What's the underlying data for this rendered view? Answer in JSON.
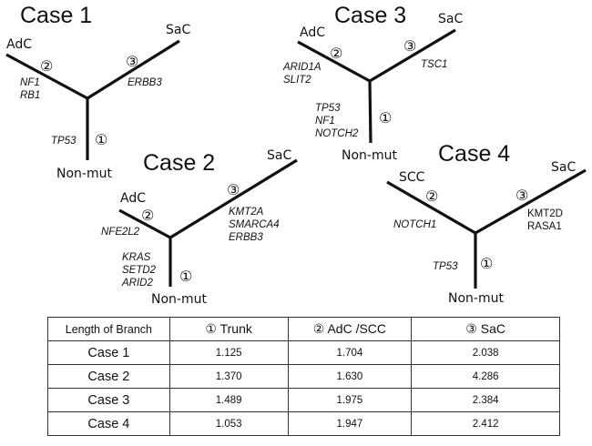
{
  "cases": [
    {
      "title": "Case 1",
      "leaves": {
        "left": "AdC",
        "right": "SaC",
        "bottom": "Non-mut"
      },
      "branch_markers": {
        "trunk": "①",
        "left": "②",
        "right": "③"
      },
      "genes": {
        "trunk": [
          "TP53"
        ],
        "left": [
          "NF1",
          "RB1"
        ],
        "right": [
          "ERBB3"
        ]
      }
    },
    {
      "title": "Case 2",
      "leaves": {
        "left": "AdC",
        "right": "SaC",
        "bottom": "Non-mut"
      },
      "branch_markers": {
        "trunk": "①",
        "left": "②",
        "right": "③"
      },
      "genes": {
        "trunk": [
          "KRAS",
          "SETD2",
          "ARID2"
        ],
        "left": [
          "NFE2L2"
        ],
        "right": [
          "KMT2A",
          "SMARCA4",
          "ERBB3"
        ]
      }
    },
    {
      "title": "Case 3",
      "leaves": {
        "left": "AdC",
        "right": "SaC",
        "bottom": "Non-mut"
      },
      "branch_markers": {
        "trunk": "①",
        "left": "②",
        "right": "③"
      },
      "genes": {
        "trunk": [
          "TP53",
          "NF1",
          "NOTCH2"
        ],
        "left": [
          "ARID1A",
          "SLIT2"
        ],
        "right": [
          "TSC1"
        ]
      }
    },
    {
      "title": "Case 4",
      "leaves": {
        "left": "SCC",
        "right": "SaC",
        "bottom": "Non-mut"
      },
      "branch_markers": {
        "trunk": "①",
        "left": "②",
        "right": "③"
      },
      "genes": {
        "trunk": [
          "TP53"
        ],
        "left": [
          "NOTCH1"
        ],
        "right": [
          "KMT2D",
          "RASA1"
        ]
      }
    }
  ],
  "table": {
    "headers": [
      "Length of Branch",
      "① Trunk",
      "② AdC /SCC",
      "③ SaC"
    ],
    "rows": [
      {
        "label": "Case 1",
        "trunk": "1.125",
        "adc_scc": "1.704",
        "sac": "2.038"
      },
      {
        "label": "Case 2",
        "trunk": "1.370",
        "adc_scc": "1.630",
        "sac": "4.286"
      },
      {
        "label": "Case 3",
        "trunk": "1.489",
        "adc_scc": "1.975",
        "sac": "2.384"
      },
      {
        "label": "Case 4",
        "trunk": "1.053",
        "adc_scc": "1.947",
        "sac": "2.412"
      }
    ]
  }
}
